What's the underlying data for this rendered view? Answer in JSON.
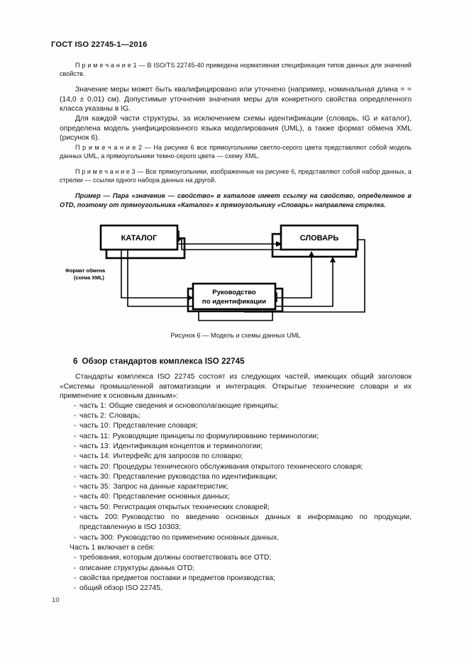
{
  "header": {
    "standard_title": "ГОСТ ISO 22745-1—2016"
  },
  "notes": {
    "note1": "П р и м е ч а н и е  1 — В ISO/TS 22745-40 приведена нормативная спецификация типов данных для значений свойств.",
    "note2": "П р и м е ч а н и е  2 — На рисунке 6 все прямоугольники светло-серого цвета представляют собой модель данных UML, а прямоугольники темно-серого цвета — схему XML.",
    "note3": "П р и м е ч а н и е  3 — Все прямоугольники, изображенные на рисунке 6, представляют собой набор данных, а стрелки — ссылки одного набора данных на другой."
  },
  "paragraphs": {
    "measure_value": "Значение меры может быть квалифицировано или уточнено (например, номинальная длина = = (14,0 ± 0,01) см). Допустимые уточнения значения меры для конкретного свойства определенного класса указаны в IG.",
    "structure_parts": "Для каждой части структуры, за исключением схемы идентификации (словарь, IG и каталог), определена модель унифицированного языка моделирования (UML), а также формат обмена XML (рисунок 6).",
    "example": "Пример — Пара «значение — свойство» в каталоге имеет ссылку на свойство, определенное в OTD, поэтому от прямоугольника «Каталог» к прямоугольнику «Словарь» направлена стрелка."
  },
  "figure": {
    "caption": "Рисунок 6 — Модель и схемы данных UML",
    "boxes": {
      "catalog": "КАТАЛОГ",
      "dictionary": "СЛОВАРЬ",
      "guide_line1": "Руководство",
      "guide_line2": "по идентификации"
    },
    "edge_label_line1": "Формат обмена",
    "edge_label_line2": "(схема XML)"
  },
  "section6": {
    "number": "6",
    "title": "Обзор стандартов комплекса ISO 22745",
    "intro": "Стандарты комплекса ISO 22745 состоят из следующих частей, имеющих общий заголовок «Системы промышленной автоматизации и интеграция. Открытые технические словари и их применение к основным данным»:",
    "parts": [
      {
        "label": "часть 1:",
        "text": "Общие сведения и основополагающие принципы;"
      },
      {
        "label": "часть 2:",
        "text": "Словарь;"
      },
      {
        "label": "часть 10:",
        "text": "Представление словаря;"
      },
      {
        "label": "часть 11:",
        "text": "Руководящие принципы по формулированию терминологии;"
      },
      {
        "label": "часть 13:",
        "text": "Идентификация концептов и терминологии;"
      },
      {
        "label": "часть 14:",
        "text": "Интерфейс для запросов по словарю;"
      },
      {
        "label": "часть 20:",
        "text": "Процедуры технического обслуживания открытого технического словаря;"
      },
      {
        "label": "часть 30:",
        "text": "Представление руководства по идентификации;"
      },
      {
        "label": "часть 35:",
        "text": "Запрос на данные характеристик;"
      },
      {
        "label": "часть 40:",
        "text": "Представление основных данных;"
      },
      {
        "label": "часть 50:",
        "text": "Регистрация открытых технических словарей;"
      },
      {
        "label": "часть 200:",
        "text": "Руководство по введению основных данных в информацию по продукции, представленную в ISO 10303;"
      },
      {
        "label": "часть 300:",
        "text": "Руководство по применению основных данных."
      }
    ],
    "includes_intro": "Часть 1 включает в себя:",
    "includes": [
      "требования, которым должны соответствовать все OTD;",
      "описание структуры данных OTD;",
      "свойства предметов поставки и предметов производства;",
      "общий обзор ISO 22745."
    ]
  },
  "footer": {
    "page_number": "10"
  }
}
